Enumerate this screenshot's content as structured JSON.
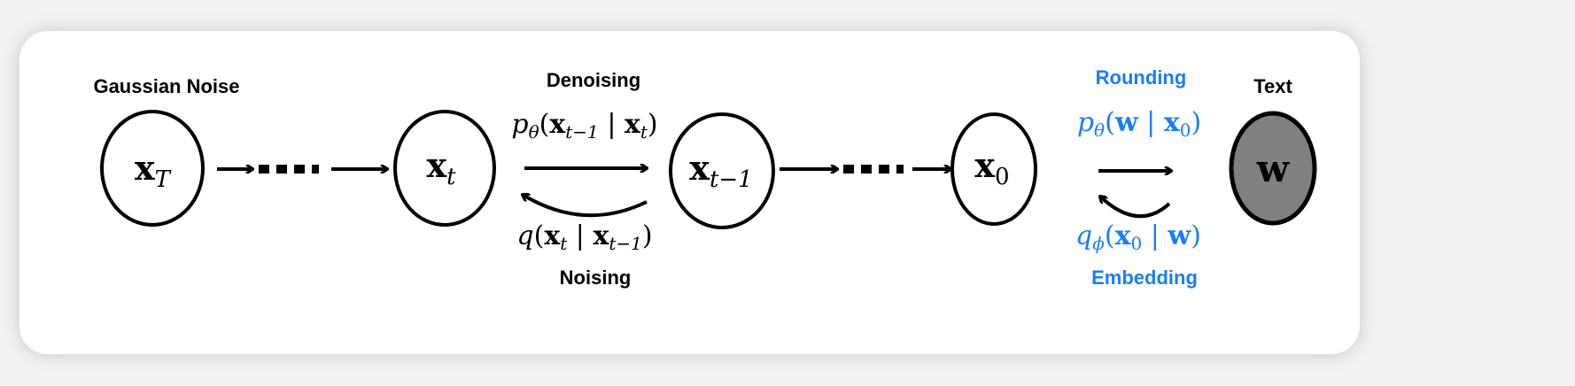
{
  "colors": {
    "accent_blue": "#1a7ff0",
    "text_node_fill": "#808080",
    "ink": "#000000"
  },
  "labels": {
    "gaussian_noise": "Gaussian Noise",
    "denoising": "Denoising",
    "noising": "Noising",
    "rounding": "Rounding",
    "embedding": "Embedding",
    "text": "Text"
  },
  "nodes": {
    "xT": {
      "base": "x",
      "sub": "T"
    },
    "xt": {
      "base": "x",
      "sub": "t"
    },
    "xt1": {
      "base": "x",
      "sub": "t−1"
    },
    "x0": {
      "base": "x",
      "sub": "0"
    },
    "w": {
      "base": "w"
    }
  },
  "formulas": {
    "denoise": {
      "fn": "p",
      "fn_sub": "θ",
      "open": "(",
      "a": "x",
      "a_sub": "t−1",
      "bar": " | ",
      "b": "x",
      "b_sub": "t",
      "close": ")"
    },
    "noise": {
      "fn": "q",
      "open": "(",
      "a": "x",
      "a_sub": "t",
      "bar": " | ",
      "b": "x",
      "b_sub": "t−1",
      "close": ")"
    },
    "round": {
      "fn": "p",
      "fn_sub": "θ",
      "open": "(",
      "a": "w",
      "bar": " | ",
      "b": "x",
      "b_sub": "0",
      "close": ")"
    },
    "embed": {
      "fn": "q",
      "fn_sub": "ϕ",
      "open": "(",
      "a": "x",
      "a_sub": "0",
      "bar": " | ",
      "b": "w",
      "close": ")"
    }
  }
}
